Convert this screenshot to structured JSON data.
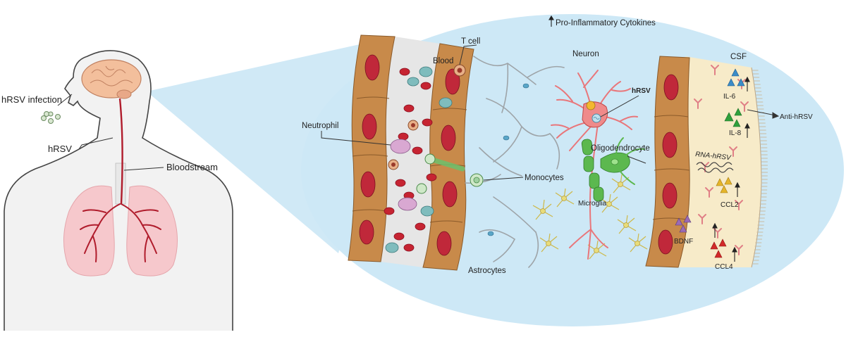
{
  "labels": {
    "header": "Pro-Inflammatory Cytokines",
    "infection": "hRSV infection",
    "hrsv_body": "hRSV",
    "bloodstream": "Bloodstream",
    "t_cell": "T cell",
    "blood": "Blood",
    "neutrophil": "Neutrophil",
    "monocytes": "Monocytes",
    "astrocytes": "Astrocytes",
    "neuron": "Neuron",
    "hrsv_neuron": "hRSV",
    "oligodendrocyte": "Oligodendrocyte",
    "microglia": "Microglia",
    "csf": "CSF",
    "il6": "IL-6",
    "il8": "IL-8",
    "rna_hrsv": "RNA-hRSV",
    "ccl2": "CCL2",
    "bdnf": "BDNF",
    "ccl4": "CCL4",
    "anti_hrsv": "Anti-hRSV"
  },
  "colors": {
    "ellipse_bg": "#cde8f6",
    "wall": "#c88a4a",
    "wall_cell": "#c0283a",
    "lumen": "#e6e6e6",
    "rbc": "#c62432",
    "monocyte": "#7fbcbd",
    "neutrophil": "#d9a8d2",
    "neuron": "#e9767a",
    "oligodendrocyte": "#5cb84f",
    "microglia": "#d9c860",
    "astrocyte": "#9ea4a8",
    "csf": "#f7ebc9",
    "il6": "#3c8cc8",
    "il8": "#2fa03c",
    "ccl2": "#e5b52a",
    "bdnf": "#9b6bb5",
    "ccl4": "#d22a2a",
    "antibody": "#e07f86",
    "lung": "#f6c8cc",
    "brain": "#f3bf9c"
  }
}
